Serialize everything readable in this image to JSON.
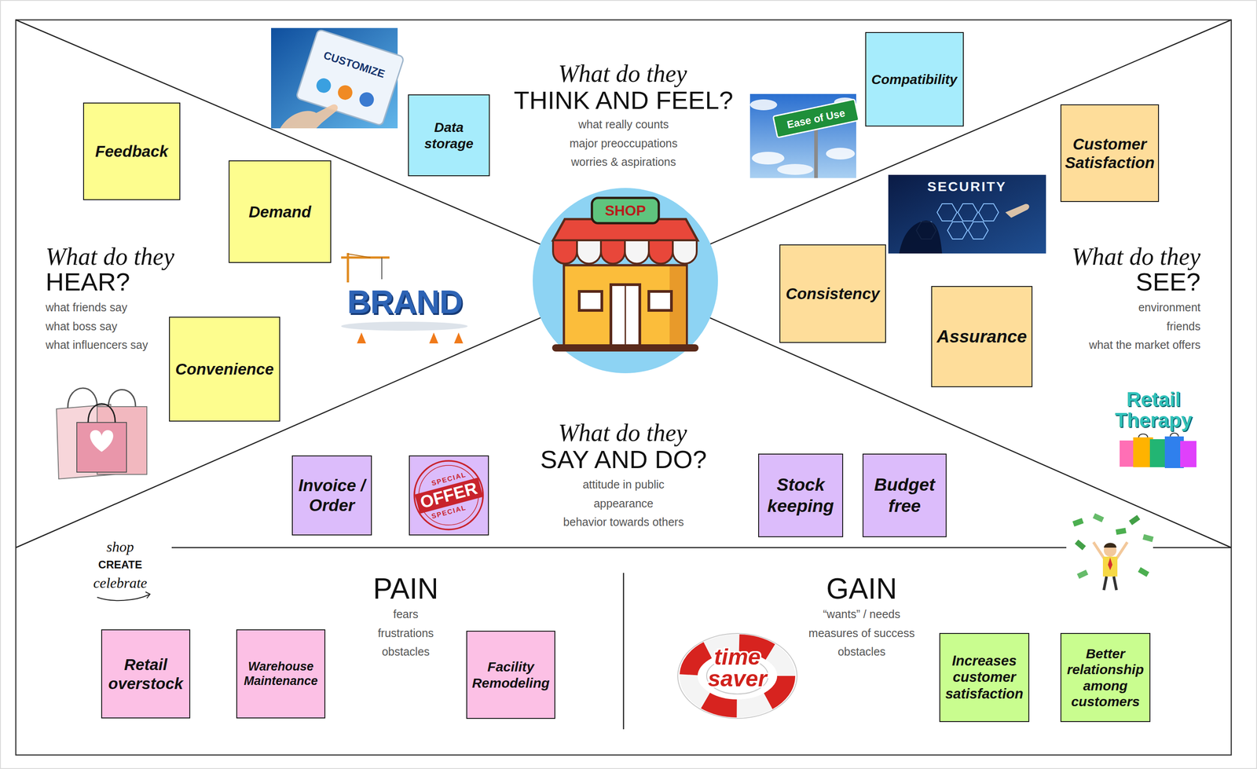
{
  "diagram": {
    "nodes": [
      {
        "text": [
          "Feedback"
        ]
      },
      {
        "text": [
          "Data storage"
        ]
      },
      {
        "text": [
          "Compatibility"
        ]
      },
      {
        "text": [
          "Customer Satisfaction"
        ]
      },
      {
        "text": [
          "Demand"
        ]
      },
      {
        "text": [
          "Consistency"
        ]
      },
      {
        "text": [
          "Assurance"
        ]
      },
      {
        "text": [
          "Convenience"
        ]
      },
      {
        "text": [
          "Invoice / Order"
        ]
      },
      {
        "text": [
          "SPECIAL",
          "OFFER",
          "SPECIAL"
        ]
      },
      {
        "text": [
          "Stock keeping"
        ]
      },
      {
        "text": [
          "Budget free"
        ]
      },
      {
        "text": [
          "Retail overstock"
        ]
      },
      {
        "text": [
          "Warehouse Maintenance"
        ]
      },
      {
        "text": [
          "Facility Remodeling"
        ]
      },
      {
        "text": [
          "Increases customer satisfaction"
        ]
      },
      {
        "text": [
          "Better relationship among customers"
        ]
      }
    ],
    "labels": [
      "CUSTOMIZE",
      "What do they",
      "THINK AND FEEL?",
      "what really counts",
      "major preoccupations",
      "worries & aspirations",
      "Ease of Use",
      "SECURITY",
      "SHOP",
      "What do they",
      "HEAR?",
      "what friends say",
      "what boss say",
      "what influencers say",
      "BRAND",
      "What do they",
      "SEE?",
      "environment",
      "friends",
      "what the market offers",
      "Retail Therapy",
      "What do they",
      "SAY AND DO?",
      "attitude in public",
      "appearance",
      "behavior towards others",
      "shop",
      "CREATE",
      "celebrate",
      "PAIN",
      "fears",
      "frustrations",
      "obstacles",
      "GAIN",
      "“wants” / needs",
      "measures of success",
      "obstacles",
      "time saver"
    ]
  }
}
